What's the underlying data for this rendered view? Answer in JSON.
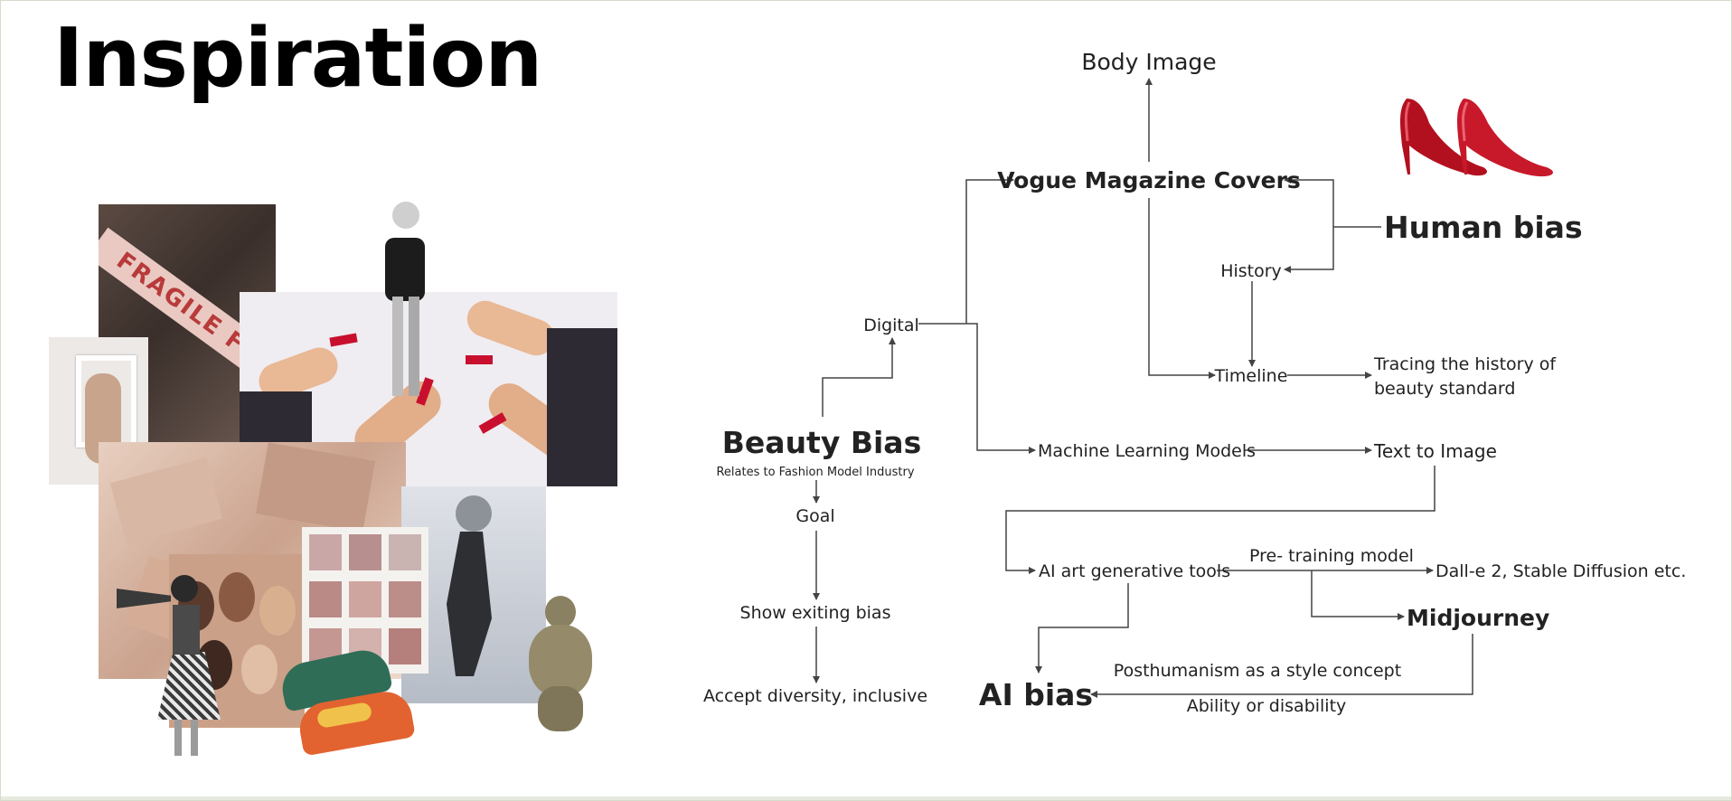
{
  "page": {
    "title": "Inspiration"
  },
  "colors": {
    "accent": "#17a58a",
    "line": "#444444",
    "text": "#222222"
  },
  "diagram": {
    "nodes": {
      "body_image": "Body Image",
      "vogue": "Vogue Magazine Covers",
      "human_bias": "Human bias",
      "history": "History",
      "digital": "Digital",
      "timeline": "Timeline",
      "tracing_1": "Tracing the history of",
      "tracing_2": "beauty standard",
      "beauty_bias": "Beauty Bias",
      "relates": "Relates to Fashion Model Industry",
      "ml_models": "Machine Learning Models",
      "text_to_image": "Text to Image",
      "goal": "Goal",
      "pretraining": "Pre- training model",
      "ai_art": "AI art generative tools",
      "dalle": "Dall-e 2, Stable Diffusion etc.",
      "midjourney": "Midjourney",
      "show_bias": "Show exiting bias",
      "posthumanism": "Posthumanism as a style concept",
      "ai_bias": "AI bias",
      "accept": "Accept diversity, inclusive",
      "ability": "Ability or disability"
    }
  },
  "collage": {
    "fragile_tape": "FRAGILE FR"
  },
  "icons": [
    "red-heels-icon"
  ]
}
